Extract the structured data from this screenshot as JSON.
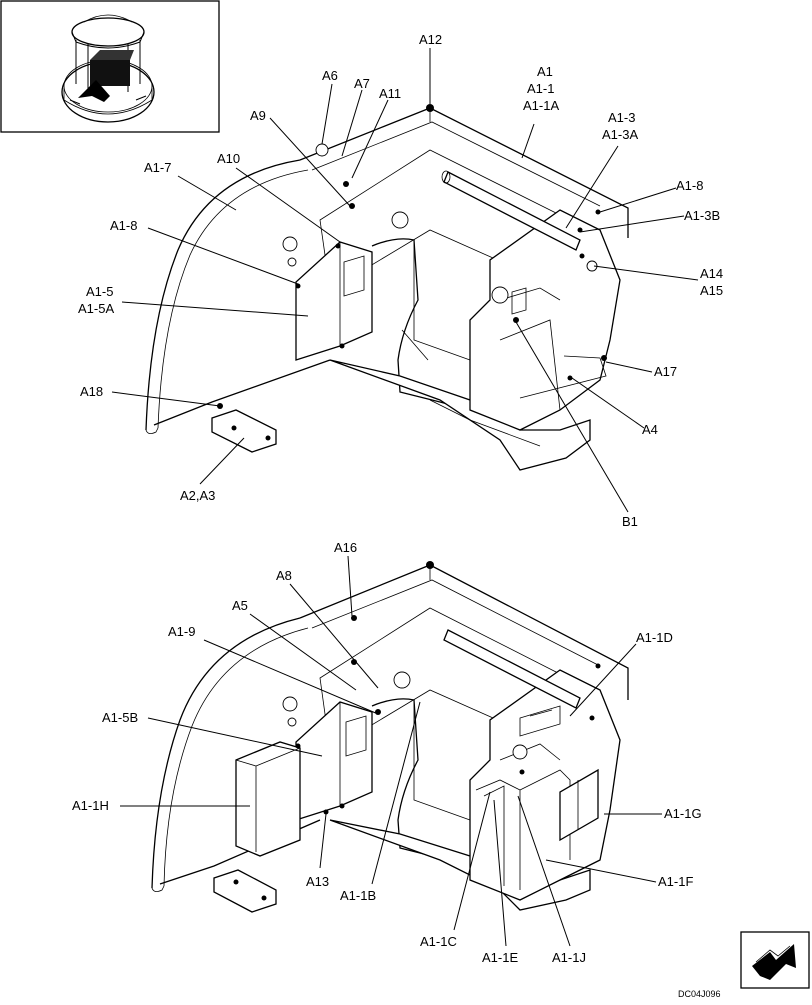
{
  "drawing": {
    "reference": "DC04J096",
    "labels": {
      "upper": [
        "A12",
        "A1",
        "A1-1",
        "A1-1A",
        "A6",
        "A7",
        "A11",
        "A9",
        "A1-3",
        "A1-3A",
        "A10",
        "A1-7",
        "A1-8",
        "A1-8",
        "A1-3B",
        "A1-5",
        "A1-5A",
        "A14",
        "A15",
        "A17",
        "A18",
        "A4",
        "A2,A3",
        "B1"
      ],
      "lower": [
        "A16",
        "A8",
        "A5",
        "A1-1D",
        "A1-9",
        "A1-5B",
        "A1-1G",
        "A1-1H",
        "A1-1F",
        "A13",
        "A1-1B",
        "A1-1C",
        "A1-1E",
        "A1-1J"
      ]
    }
  }
}
